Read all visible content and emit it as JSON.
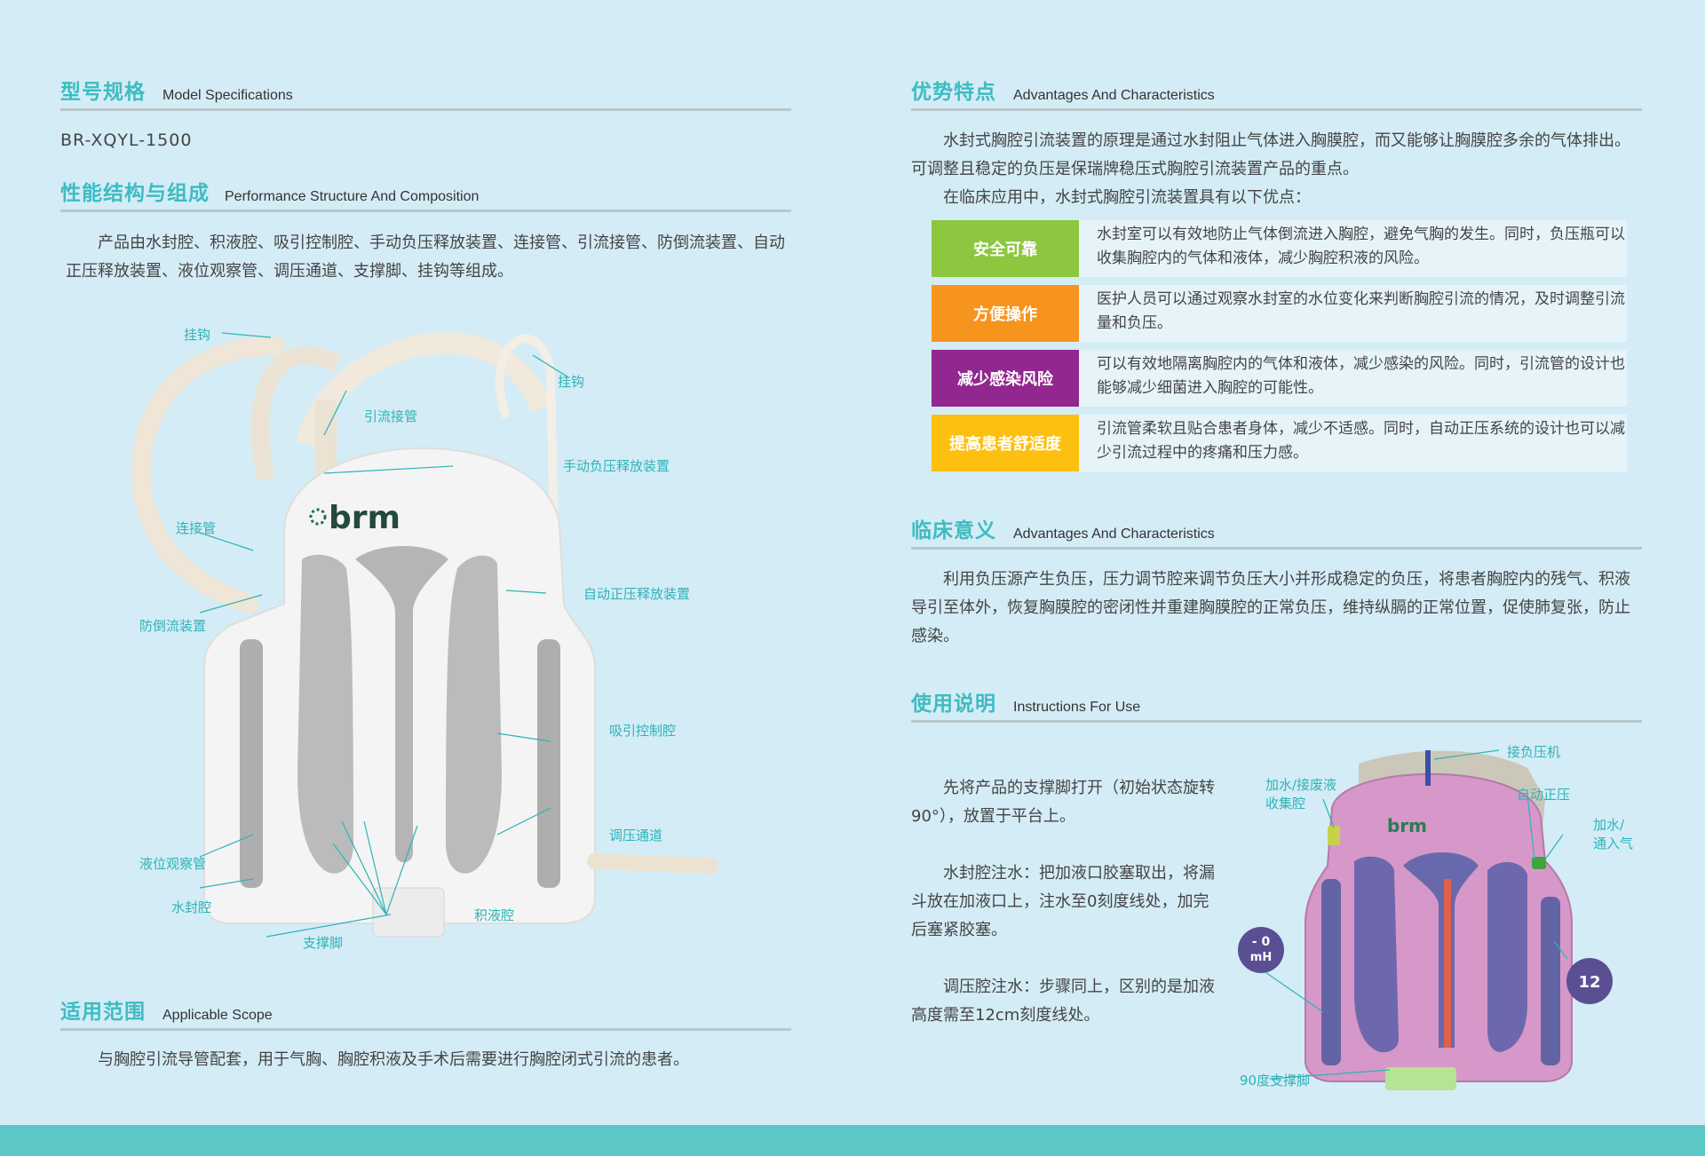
{
  "model": {
    "title_zh": "型号规格",
    "title_en": "Model Specifications",
    "value": "BR-XQYL-1500"
  },
  "performance": {
    "title_zh": "性能结构与组成",
    "title_en": "Performance Structure And Composition",
    "text": "产品由水封腔、积液腔、吸引控制腔、手动负压释放装置、连接管、引流接管、防倒流装置、自动正压释放装置、液位观察管、调压通道、支撑脚、挂钩等组成。"
  },
  "diagram": {
    "brand": "brm",
    "labels": {
      "hook_left": "挂钩",
      "hook_right": "挂钩",
      "drain_tube": "引流接管",
      "manual_release": "手动负压释放装置",
      "connect_tube": "连接管",
      "auto_release": "自动正压释放装置",
      "backflow": "防倒流装置",
      "suction_chamber": "吸引控制腔",
      "pressure_channel": "调压通道",
      "level_tube": "液位观察管",
      "water_seal": "水封腔",
      "collection": "积液腔",
      "support_foot": "支撑脚"
    }
  },
  "scope": {
    "title_zh": "适用范围",
    "title_en": "Applicable Scope",
    "text": "与胸腔引流导管配套，用于气胸、胸腔积液及手术后需要进行胸腔闭式引流的患者。"
  },
  "advantages": {
    "title_zh": "优势特点",
    "title_en": "Advantages And Characteristics",
    "p1": "水封式胸腔引流装置的原理是通过水封阻止气体进入胸膜腔，而又能够让胸膜腔多余的气体排出。可调整且稳定的负压是保瑞牌稳压式胸腔引流装置产品的重点。",
    "p2": "在临床应用中，水封式胸腔引流装置具有以下优点：",
    "items": [
      {
        "label": "安全可靠",
        "color": "#8dc63f",
        "text": "水封室可以有效地防止气体倒流进入胸腔，避免气胸的发生。同时，负压瓶可以收集胸腔内的气体和液体，减少胸腔积液的风险。"
      },
      {
        "label": "方便操作",
        "color": "#f7941d",
        "text": "医护人员可以通过观察水封室的水位变化来判断胸腔引流的情况，及时调整引流量和负压。"
      },
      {
        "label": "减少感染风险",
        "color": "#92278f",
        "text": "可以有效地隔离胸腔内的气体和液体，减少感染的风险。同时，引流管的设计也能够减少细菌进入胸腔的可能性。"
      },
      {
        "label": "提高患者舒适度",
        "color": "#fdc010",
        "text": "引流管柔软且贴合患者身体，减少不适感。同时，自动正压系统的设计也可以减少引流过程中的疼痛和压力感。"
      }
    ]
  },
  "clinical": {
    "title_zh": "临床意义",
    "title_en": "Advantages And Characteristics",
    "text": "利用负压源产生负压，压力调节腔来调节负压大小并形成稳定的负压，将患者胸腔内的残气、积液导引至体外，恢复胸膜腔的密闭性并重建胸膜腔的正常负压，维持纵膈的正常位置，促使肺复张，防止感染。"
  },
  "instructions": {
    "title_zh": "使用说明",
    "title_en": "Instructions For Use",
    "p1": "先将产品的支撑脚打开（初始状态旋转90°），放置于平台上。",
    "p2": "水封腔注水：把加液口胶塞取出，将漏斗放在加液口上，注水至0刻度线处，加完后塞紧胶塞。",
    "p3": "调压腔注水：步骤同上，区别的是加液高度需至12cm刻度线处。",
    "labels": {
      "neg_pressure": "接负压机",
      "add_water_1": "加水/接废液",
      "add_water_2": "收集腔",
      "auto_pos": "自动正压",
      "add_air_1": "加水/",
      "add_air_2": "通入气",
      "foot": "90度支撑脚",
      "circle_left_1": "- 0",
      "circle_left_2": "mH",
      "circle_right": "12"
    }
  },
  "colors": {
    "accent": "#3dbcc2",
    "background": "#d4ecf6",
    "bar": "#5bc8c7"
  }
}
